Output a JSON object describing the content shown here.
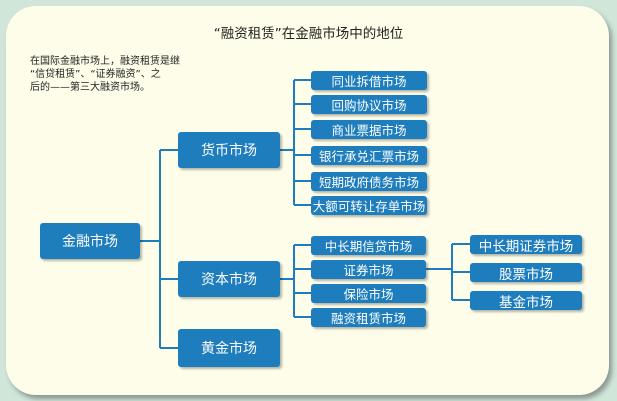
{
  "title": "“融资租赁”在金融市场中的地位",
  "note_lines": [
    "在国际金融市场上，融资租赁是继",
    "“信贷租赁”、“证券融资”、之",
    "后的——第三大融资市场。"
  ],
  "root": "金融市场",
  "money_market": {
    "label": "货币市场",
    "children": [
      "同业拆借市场",
      "回购协议市场",
      "商业票据市场",
      "银行承兑汇票市场",
      "短期政府债务市场",
      "大额可转让存单市场"
    ]
  },
  "capital_market": {
    "label": "资本市场",
    "children": [
      "中长期信贷市场",
      "证券市场",
      "保险市场",
      "融资租赁市场"
    ]
  },
  "securities_market": {
    "children": [
      "中长期证券市场",
      "股票市场",
      "基金市场"
    ]
  },
  "gold_market": {
    "label": "黄金市场"
  },
  "colors": {
    "box": "#1e7dbd",
    "line": "#1e7dbd",
    "panel": "#fdfde9",
    "background": "#cfe6d9"
  }
}
